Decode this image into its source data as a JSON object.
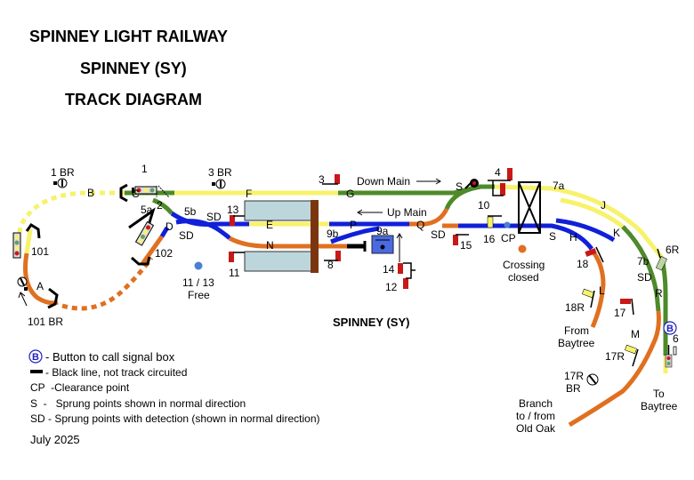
{
  "titles": {
    "line1": "SPINNEY LIGHT RAILWAY",
    "line2": "SPINNEY (SY)",
    "line3": "TRACK DIAGRAM"
  },
  "station_name": "SPINNEY (SY)",
  "colors": {
    "yellow_track": "#f7f26a",
    "green_track": "#4e8a2a",
    "blue_track": "#1020d8",
    "orange_track": "#e07020",
    "platform": "#bcd6dc",
    "bridge": "#7a3510",
    "signal_red": "#c81818",
    "button_blue": "#2020c0"
  },
  "track_labels": {
    "A": "A",
    "B": "B",
    "C": "C",
    "D": "D",
    "E": "E",
    "F": "F",
    "G": "G",
    "H": "H",
    "J": "J",
    "K": "K",
    "L": "L",
    "M": "M",
    "N": "N",
    "P": "P",
    "Q": "Q",
    "R": "R",
    "S1": "S",
    "S2": "S"
  },
  "point_labels": {
    "p2": "2",
    "p5a": "5a",
    "p5b": "5b",
    "p7a": "7a",
    "p7b": "7b",
    "p9a": "9a",
    "p9b": "9b",
    "sd1": "SD",
    "sd2": "SD",
    "sd3": "SD",
    "sd4": "SD",
    "cp": "CP"
  },
  "signals": {
    "s1": "1",
    "s1br": "1 BR",
    "s3": "3",
    "s3br": "3 BR",
    "s4": "4",
    "s6": "6",
    "s6r": "6R",
    "s8": "8",
    "s10": "10",
    "s11": "11",
    "s12": "12",
    "s13": "13",
    "s14": "14",
    "s15": "15",
    "s16": "16",
    "s17": "17",
    "s17r": "17R",
    "s17rbr_1": "17R",
    "s17rbr_2": "BR",
    "s18": "18",
    "s18r": "18R",
    "s101": "101",
    "s101br": "101 BR",
    "s102": "102"
  },
  "directions": {
    "down_main": "Down Main",
    "up_main": "Up Main"
  },
  "annotations": {
    "free_1": "11 / 13",
    "free_2": "Free",
    "crossing_1": "Crossing",
    "crossing_2": "closed",
    "from_baytree_1": "From",
    "from_baytree_2": "Baytree",
    "to_baytree_1": "To",
    "to_baytree_2": "Baytree",
    "branch_1": "Branch",
    "branch_2": "to / from",
    "branch_3": "Old Oak",
    "button_letter": "B"
  },
  "legend": {
    "button": "- Button to call signal box",
    "black_line": "- Black line, not track circuited",
    "cp": "CP  -Clearance point",
    "s": "S  -   Sprung points shown in normal direction",
    "sd": "SD - Sprung points with detection (shown in normal direction)"
  },
  "date": "July 2025"
}
